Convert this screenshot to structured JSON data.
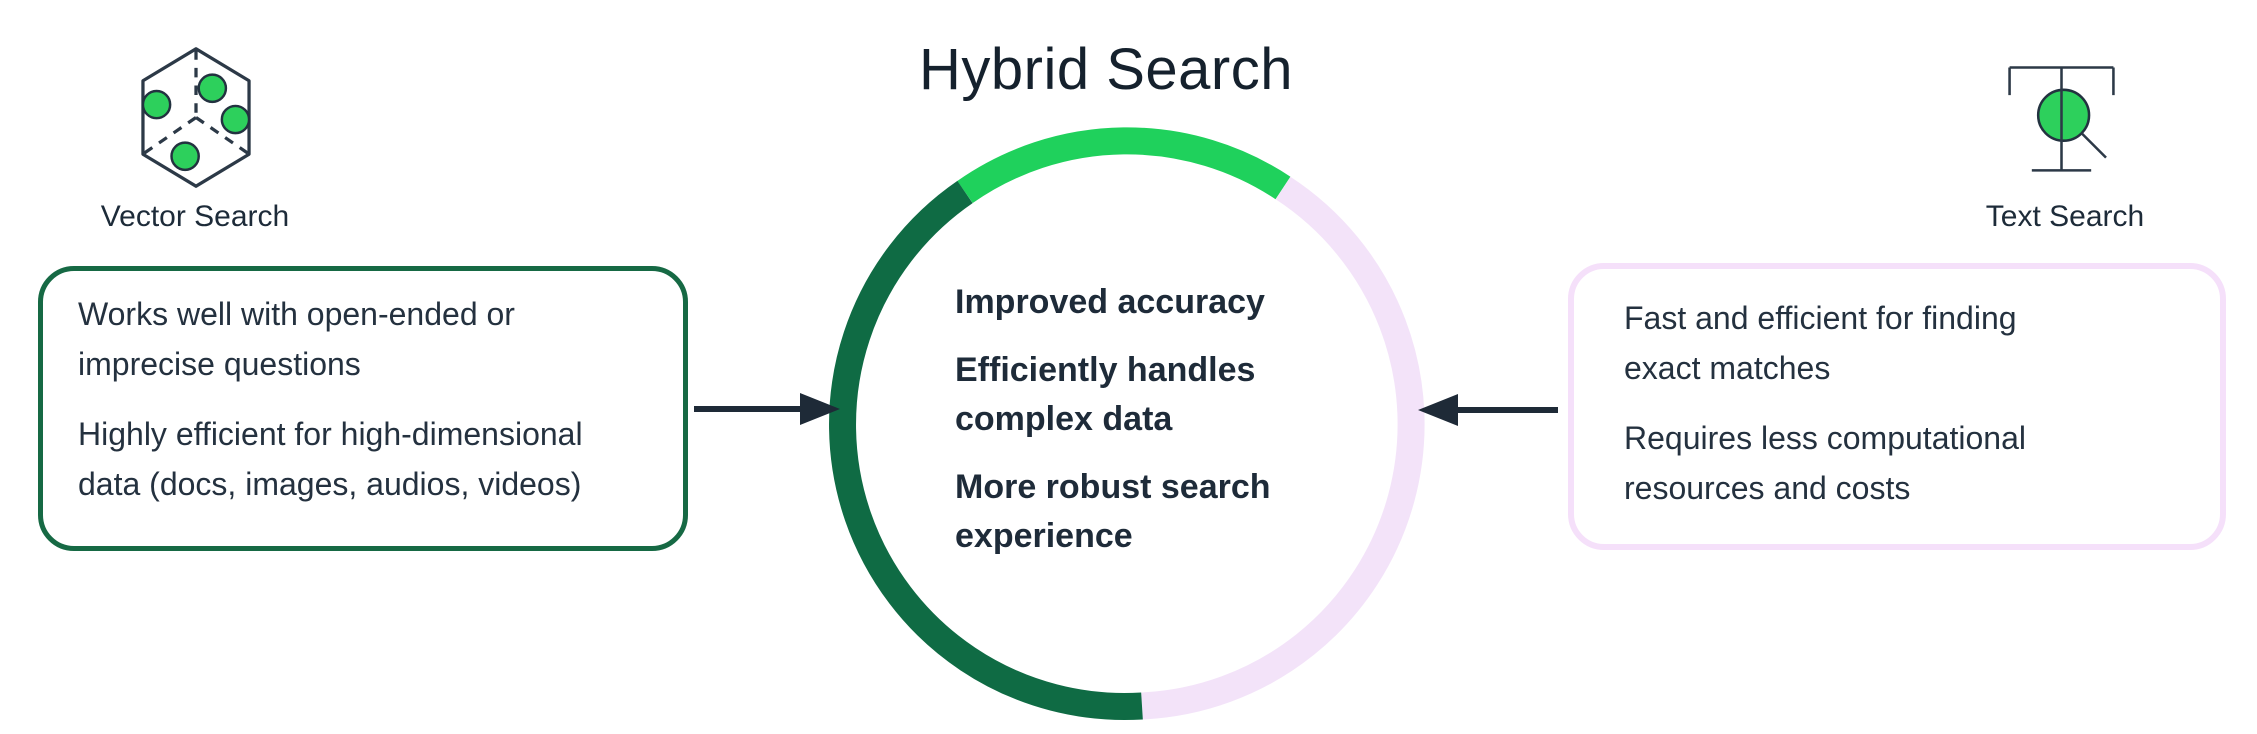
{
  "title": "Hybrid Search",
  "vector_search": {
    "label": "Vector Search",
    "box_lines": [
      [
        "Works well with open-ended or",
        "imprecise questions"
      ],
      [
        "Highly efficient for high-dimensional",
        "data (docs, images, audios, videos)"
      ]
    ]
  },
  "text_search": {
    "label": "Text Search",
    "box_lines": [
      [
        "Fast and efficient for finding",
        "exact matches"
      ],
      [
        "Requires less computational",
        "resources and costs"
      ]
    ]
  },
  "hybrid": {
    "benefits": [
      [
        "Improved accuracy"
      ],
      [
        "Efficiently handles",
        "complex data"
      ],
      [
        "More robust search",
        "experience"
      ]
    ]
  },
  "colors": {
    "ring_bright_green": "#1fd15c",
    "ring_dark_green": "#0f6b44",
    "ring_lavender": "#f3e3f9",
    "left_box_border": "#166944",
    "right_box_border": "#f5e0fa",
    "icon_green": "#2dd05c",
    "text_dark": "#1e2b39"
  }
}
